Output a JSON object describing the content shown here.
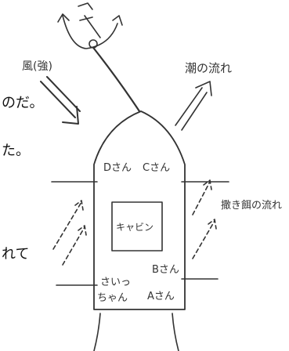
{
  "article_fragments": [
    "のだ。",
    "た。",
    "れて"
  ],
  "labels": {
    "wind": "風(強)",
    "tide": "潮の流れ",
    "person_d": "Dさん",
    "person_c": "Cさん",
    "cabin": "キャビン",
    "bait_flow": "撒き餌の流れ",
    "person_b": "Bさん",
    "person_a": "Aさん",
    "person_saichan_1": "さいっ",
    "person_saichan_2": "ちゃん"
  }
}
